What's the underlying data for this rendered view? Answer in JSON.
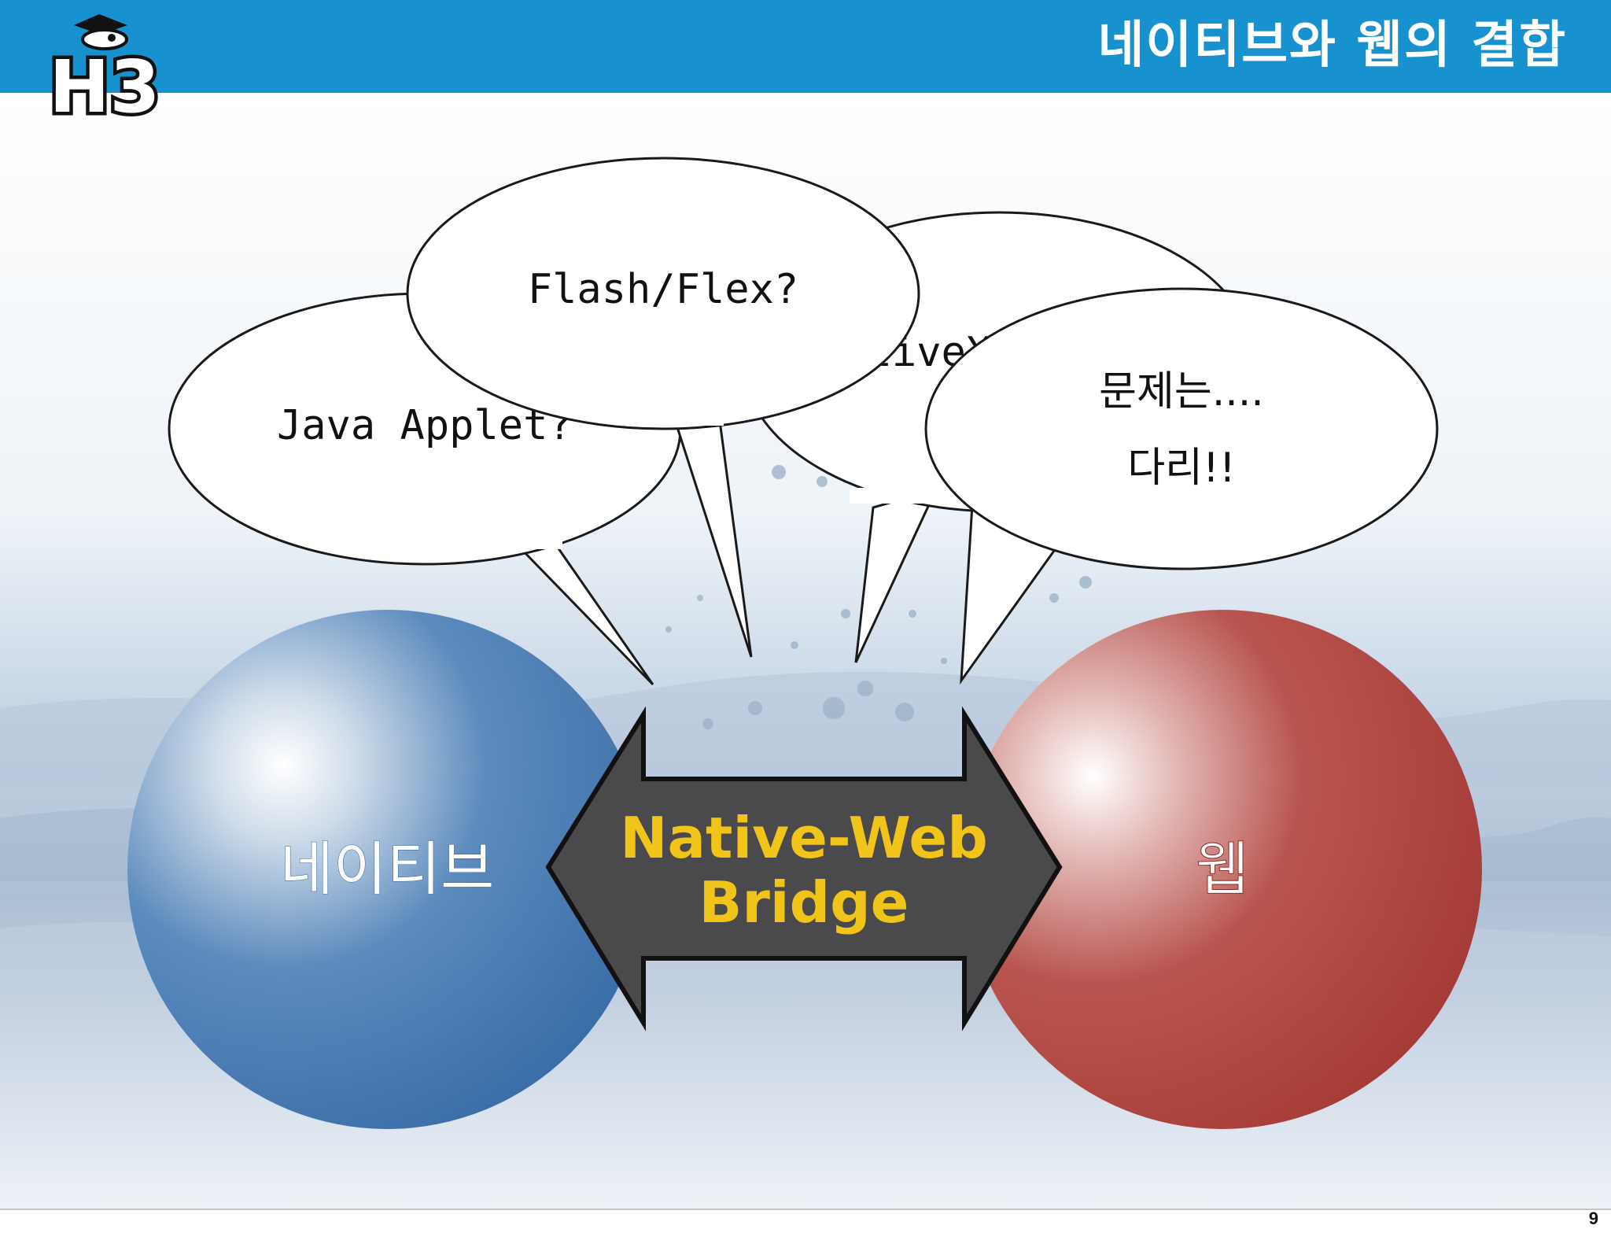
{
  "header": {
    "title": "네이티브와 웹의 결합",
    "logo_text": "H3"
  },
  "bubbles": [
    {
      "id": "java",
      "text": "Java Applet?"
    },
    {
      "id": "flash",
      "text": "Flash/Flex?"
    },
    {
      "id": "activex",
      "text": "ActiveX?"
    },
    {
      "id": "problem",
      "line1": "문제는....",
      "line2": "다리!!"
    }
  ],
  "spheres": {
    "native": {
      "label": "네이티브",
      "color": "#3d73ad"
    },
    "web": {
      "label": "웹",
      "color": "#b0413b"
    }
  },
  "bridge": {
    "line1": "Native-Web",
    "line2": "Bridge",
    "text_color": "#f0c419",
    "fill_color": "#4a4a4c"
  },
  "footer": {
    "page_number": "9"
  }
}
